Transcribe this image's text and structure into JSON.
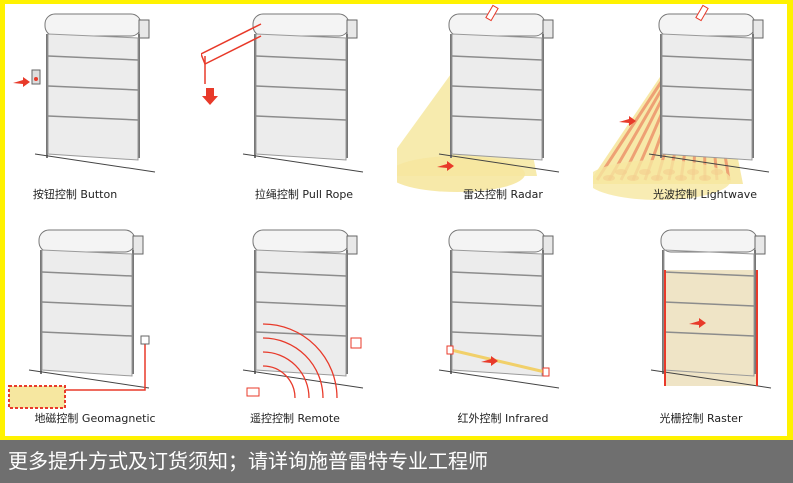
{
  "colors": {
    "frame": "#fff200",
    "footer_bg": "#6f6f6f",
    "door_panel": "#e9e9e9",
    "door_line": "#8c8c8c",
    "arrow": "#e83a2a",
    "beam": "#f6e7a0",
    "raster": "#efe4c6"
  },
  "modes": [
    {
      "label": "按钮控制  Button",
      "icon": "push-button-icon"
    },
    {
      "label": "拉绳控制  Pull Rope",
      "icon": "pull-rope-icon"
    },
    {
      "label": "雷达控制  Radar",
      "icon": "radar-sensor-icon"
    },
    {
      "label": "光波控制  Lightwave",
      "icon": "lightwave-sensor-icon"
    },
    {
      "label": "地磁控制  Geomagnetic",
      "icon": "geomagnetic-loop-icon"
    },
    {
      "label": "遥控控制  Remote",
      "icon": "remote-control-icon"
    },
    {
      "label": "红外控制  Infrared",
      "icon": "infrared-beam-icon"
    },
    {
      "label": "光栅控制  Raster",
      "icon": "light-curtain-icon"
    }
  ],
  "footer": {
    "text": "更多提升方式及订货须知；请详询施普雷特专业工程师"
  }
}
